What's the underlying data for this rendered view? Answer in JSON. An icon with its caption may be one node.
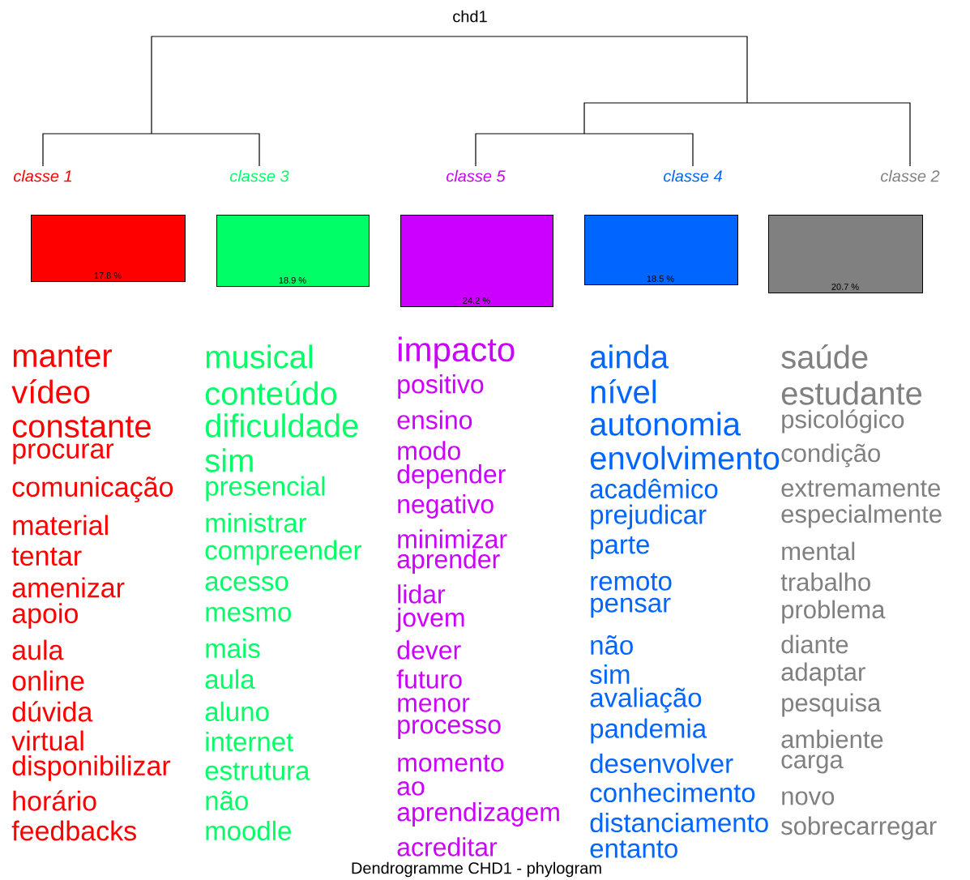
{
  "diagram": {
    "title": "chd1",
    "caption": "Dendrogramme CHD1 - phylogram",
    "nodes": [
      {
        "text": [
          "classe 1",
          "17.8 %"
        ],
        "beside": [
          "manter",
          "vídeo",
          "constante",
          "procurar",
          "comunicação",
          "material",
          "tentar",
          "amenizar",
          "apoio",
          "aula",
          "online",
          "dúvida",
          "virtual",
          "disponibilizar",
          "horário",
          "feedbacks"
        ]
      },
      {
        "text": [
          "classe 3",
          "18.9 %"
        ],
        "beside": [
          "musical",
          "conteúdo",
          "dificuldade",
          "sim",
          "presencial",
          "ministrar",
          "compreender",
          "acesso",
          "mesmo",
          "mais",
          "aula",
          "aluno",
          "internet",
          "estrutura",
          "não",
          "moodle"
        ]
      },
      {
        "text": [
          "classe 5",
          "24.2 %"
        ],
        "beside": [
          "impacto",
          "positivo",
          "ensino",
          "modo",
          "depender",
          "negativo",
          "minimizar",
          "aprender",
          "lidar",
          "jovem",
          "dever",
          "futuro",
          "menor",
          "processo",
          "momento",
          "ao",
          "aprendizagem",
          "acreditar"
        ]
      },
      {
        "text": [
          "classe 4",
          "18.5 %"
        ],
        "beside": [
          "ainda",
          "nível",
          "autonomia",
          "envolvimento",
          "acadêmico",
          "prejudicar",
          "parte",
          "remoto",
          "pensar",
          "não",
          "sim",
          "avaliação",
          "pandemia",
          "desenvolver",
          "conhecimento",
          "distanciamento",
          "entanto"
        ]
      },
      {
        "text": [
          "classe 2",
          "20.7 %"
        ],
        "beside": [
          "saúde",
          "estudante",
          "psicológico",
          "condição",
          "extremamente",
          "especialmente",
          "mental",
          "trabalho",
          "problema",
          "diante",
          "adaptar",
          "pesquisa",
          "ambiente",
          "carga",
          "novo",
          "sobrecarregar"
        ]
      }
    ]
  }
}
